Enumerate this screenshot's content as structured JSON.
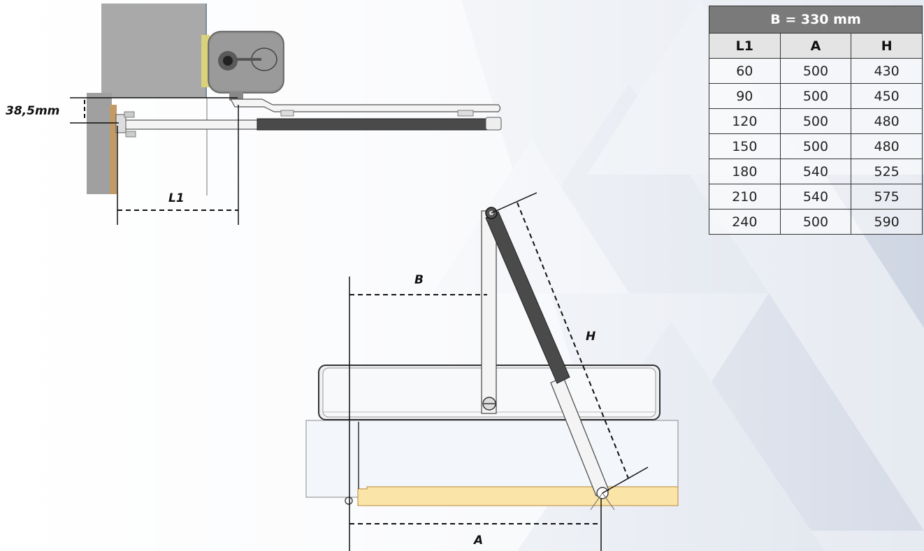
{
  "dimensions": {
    "height_offset": "38,5mm",
    "l1": "L1",
    "b": "B",
    "h": "H",
    "a": "A"
  },
  "table": {
    "title": "B = 330 mm",
    "headers": [
      "L1",
      "A",
      "H"
    ],
    "rows": [
      [
        "60",
        "500",
        "430"
      ],
      [
        "90",
        "500",
        "450"
      ],
      [
        "120",
        "500",
        "480"
      ],
      [
        "150",
        "500",
        "480"
      ],
      [
        "180",
        "540",
        "525"
      ],
      [
        "210",
        "540",
        "575"
      ],
      [
        "240",
        "500",
        "590"
      ]
    ]
  },
  "colors": {
    "wall": "#a9a9a9",
    "frame_wood": "#c39a66",
    "sill": "#fbe4a8",
    "arm_dark": "#4a4a4a",
    "header_bg": "#7a7a7a"
  }
}
